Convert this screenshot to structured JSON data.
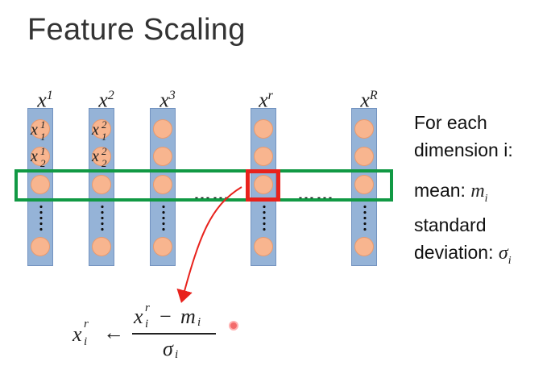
{
  "title": "Feature Scaling",
  "columns": [
    {
      "label_base": "x",
      "label_sup": "1"
    },
    {
      "label_base": "x",
      "label_sup": "2"
    },
    {
      "label_base": "x",
      "label_sup": "3"
    },
    {
      "label_base": "x",
      "label_sup": "r"
    },
    {
      "label_base": "x",
      "label_sup": "R"
    }
  ],
  "node_labels": {
    "c1_top": {
      "base": "x",
      "sup": "1",
      "sub": "1"
    },
    "c1_second": {
      "base": "x",
      "sup": "1",
      "sub": "2"
    },
    "c2_top": {
      "base": "x",
      "sup": "2",
      "sub": "1"
    },
    "c2_second": {
      "base": "x",
      "sup": "2",
      "sub": "2"
    }
  },
  "ellipsis": "……",
  "side_text": {
    "line1": "For each",
    "line2": "dimension i:",
    "mean_label": "mean: ",
    "mean_symbol": "m",
    "mean_sub": "i",
    "std_line1": "standard",
    "std_line2": "deviation: ",
    "std_symbol": "σ",
    "std_sub": "i"
  },
  "formula": {
    "lhs_base": "x",
    "lhs_sup": "r",
    "lhs_sub": "i",
    "arrow": "←",
    "num_base": "x",
    "num_sup": "r",
    "num_sub": "i",
    "minus": "−",
    "num_m": "m",
    "num_m_sub": "i",
    "den_sigma": "σ",
    "den_sub": "i"
  },
  "colors": {
    "column_fill": "#95b3d7",
    "node_fill": "#f8b58f",
    "highlight_row": "#119944",
    "highlight_cell": "#e8221c",
    "arrow": "#e8221c"
  },
  "icons": {
    "pointer": "laser-pointer-dot"
  }
}
